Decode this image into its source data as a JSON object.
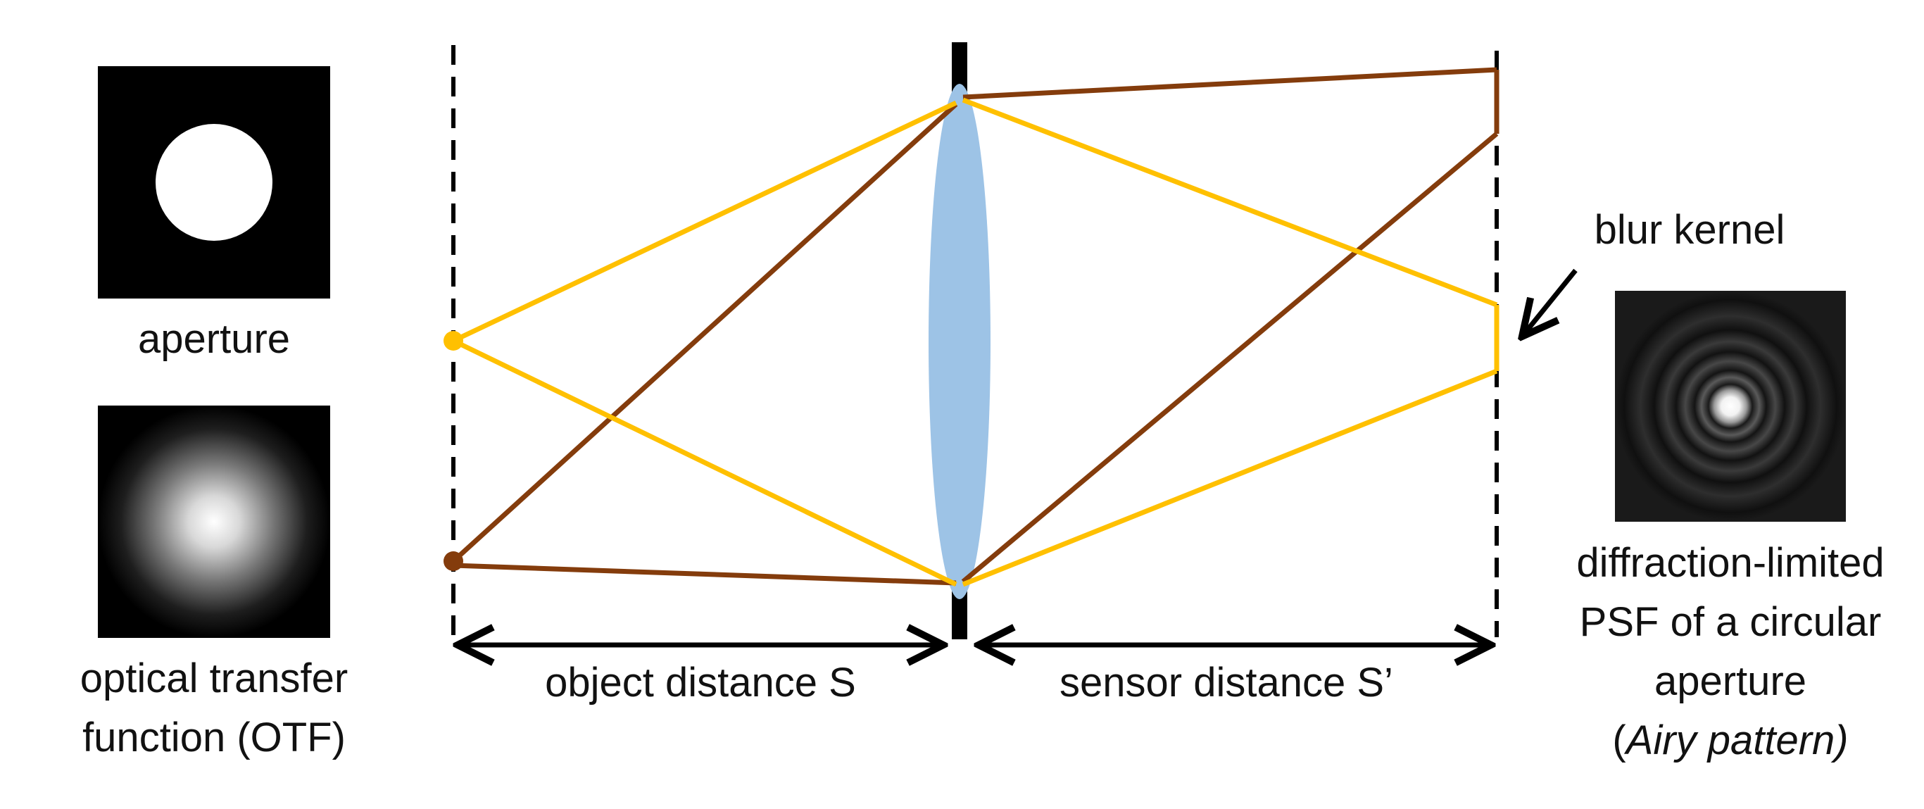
{
  "labels": {
    "aperture": "aperture",
    "otf_line1": "optical transfer",
    "otf_line2": "function (OTF)",
    "object_distance": "object distance S",
    "sensor_distance": "sensor distance S’",
    "blur_kernel": "blur kernel",
    "psf_line1": "diffraction-limited",
    "psf_line2": "PSF of a circular",
    "psf_line3": "aperture",
    "psf_line4_open": "(",
    "psf_line4_italic": "Airy pattern)"
  },
  "colors": {
    "in_focus_ray": "#FFC000",
    "out_of_focus_ray": "#843C0C",
    "lens": "#9DC3E6",
    "line": "#000000",
    "background": "#FFFFFF"
  }
}
